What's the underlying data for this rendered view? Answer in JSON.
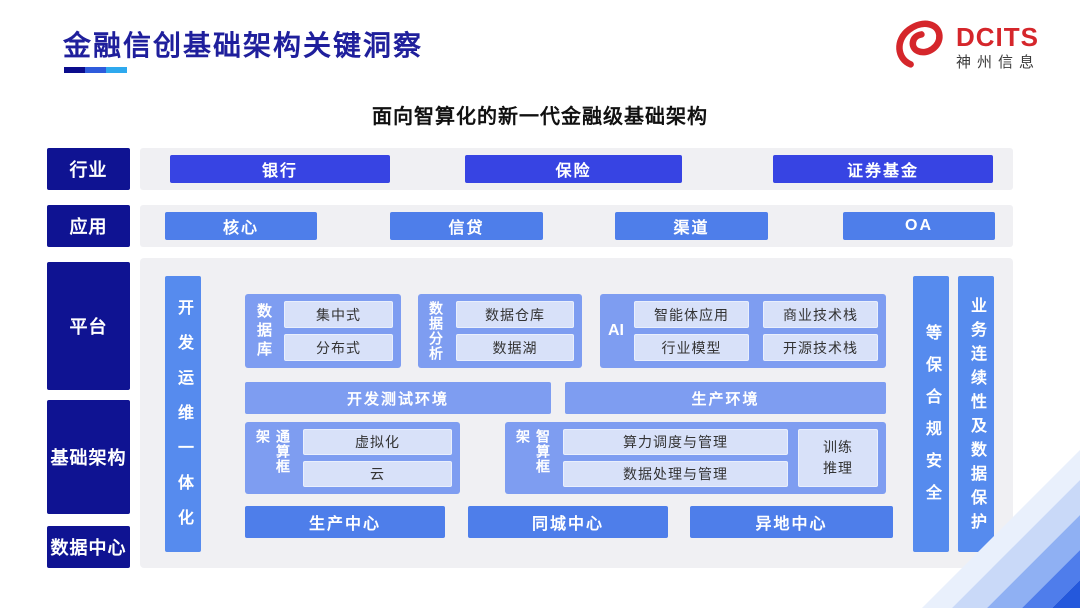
{
  "slide": {
    "title": "金融信创基础架构关键洞察",
    "subtitle": "面向智算化的新一代金融级基础架构",
    "logo": {
      "brand": "DCITS",
      "company": "神州信息"
    }
  },
  "sidebar": {
    "industry": "行业",
    "application": "应用",
    "platform": "平台",
    "infrastructure": "基础架构",
    "datacenter": "数据中心"
  },
  "industry_row": {
    "items": [
      "银行",
      "保险",
      "证券基金"
    ]
  },
  "application_row": {
    "items": [
      "核心",
      "信贷",
      "渠道",
      "OA"
    ]
  },
  "platform_panel": {
    "devops": "开发运维一体化",
    "groups": [
      {
        "label": "数据库",
        "items": [
          "集中式",
          "分布式"
        ]
      },
      {
        "label": "数据分析",
        "items": [
          "数据仓库",
          "数据湖"
        ]
      },
      {
        "label": "AI",
        "items": [
          "智能体应用",
          "商业技术栈",
          "行业模型",
          "开源技术栈"
        ]
      }
    ],
    "environments": [
      "开发测试环境",
      "生产环境"
    ],
    "frameworks": [
      {
        "label": "通算框架",
        "items": [
          "虚拟化",
          "云"
        ]
      },
      {
        "label": "智算框架",
        "items": [
          "算力调度与管理",
          "数据处理与管理"
        ],
        "side": [
          "训练",
          "推理"
        ]
      }
    ],
    "centers": [
      "生产中心",
      "同城中心",
      "异地中心"
    ],
    "security_bar": "等保合规安全",
    "continuity_bar": "业务连续性及数据保护"
  },
  "colors": {
    "title_navy": "#1F1F9C",
    "sidebar_navy": "#0F1392",
    "industry_button": "#3744E3",
    "application_button": "#4E7EEA",
    "group_box": "#7E9DF1",
    "vertical_bar": "#568BEE",
    "chip": "#D8E1F9",
    "panel_gray": "#F0F0F3",
    "logo_red": "#D5262B"
  }
}
